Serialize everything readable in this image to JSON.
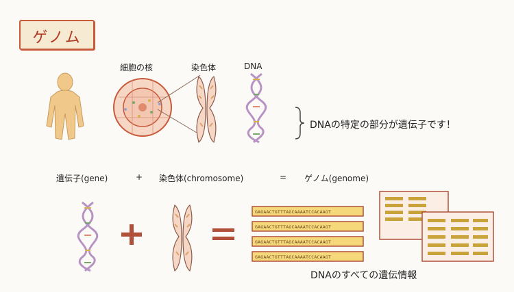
{
  "title": "ゲノム",
  "top_labels": {
    "cell_nucleus": "細胞の核",
    "chromosome": "染色体",
    "dna": "DNA"
  },
  "bracket_note": "DNAの特定の部分が遺伝子です！",
  "equation": {
    "gene": "遺伝子(gene)",
    "plus": "+",
    "chromosome": "染色体(chromosome)",
    "equals": "=",
    "genome": "ゲノム(genome)"
  },
  "sequences": [
    "GAGAACTGTTTAGCAAAATCCACAAGT",
    "GAGAACTGTTTAGCAAAATCCACAAGT",
    "GAGAACTGTTTAGCAAAATCCACAAGT",
    "GAGAACTGTTTAGCAAAATCCACAAGT"
  ],
  "caption": "DNAのすべての遺伝情報",
  "colors": {
    "accent": "#c8593a",
    "skin": "#f0c98a",
    "dna_strand": "#b793c4",
    "seq_panel": "#f5d87a"
  }
}
